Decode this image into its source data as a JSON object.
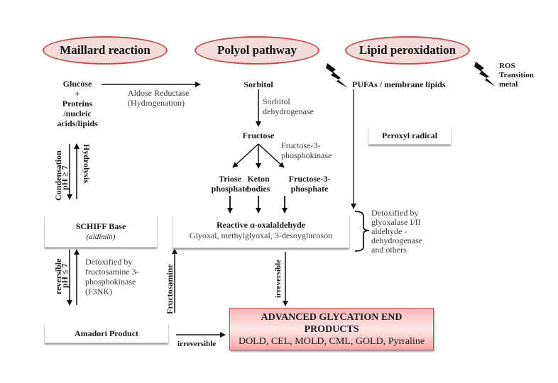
{
  "headers": {
    "maillard": "Maillard reaction",
    "polyol": "Polyol pathway",
    "lipid": "Lipid peroxidation"
  },
  "maillard": {
    "reactants_line1": "Glucose",
    "reactants_line2": "+",
    "reactants_line3": "Proteins",
    "reactants_line4": "/nucleic",
    "reactants_line5": "acids/lipids",
    "condensation": "Condensation",
    "ph_ge7": "pH  ≥ 7",
    "hydrolysis": "Hydrolysis",
    "schiff_title": "SCHIFF Base",
    "schiff_sub": "(aldimin)",
    "reversible": "reversible",
    "ph_le7": "pH  ≤ 7",
    "f3nk_line1": "Detoxified by",
    "f3nk_line2": "fructosamine 3-",
    "f3nk_line3": "phosphokinase",
    "f3nk_line4": "(F3NK)",
    "amadori": "Amadori Product",
    "fructosamine": "Fructosamine",
    "irreversible_horizontal": "irreversible"
  },
  "polyol": {
    "aldose_line1": "Aldose  Reductase",
    "aldose_line2": "(Hydrogenation)",
    "sorbitol": "Sorbitol",
    "sdh_line1": "Sorbitol",
    "sdh_line2": "dehydrogenase",
    "fructose": "Fructose",
    "f3pk_line1": "Fructose-3-",
    "f3pk_line2": "phosphokinase",
    "triose_line1": "Triose",
    "triose_line2": "phosphate",
    "keton_line1": "Keton",
    "keton_line2": "bodies",
    "f3p_line1": "Fructose-3-",
    "f3p_line2": "phosphate",
    "oxal_title": "Reactive α-oxalaldehyde",
    "oxal_sub": "Glyoxal, methylglyoxal, 3-desoyglucoson",
    "irreversible_vertical": "irreversible"
  },
  "lipid": {
    "pufas": "PUFAs / membrane lipids",
    "ros_line1": "ROS",
    "ros_line2": "Transition",
    "ros_line3": "metal",
    "peroxyl": "Peroxyl radical",
    "detox_line1": "Detoxified by",
    "detox_line2": "glyoxalase I/II",
    "detox_line3": "aldehyde -",
    "detox_line4": "dehydrogenase",
    "detox_line5": "and others"
  },
  "age": {
    "title_line1": "ADVANCED GLYCATION END",
    "title_line2": "PRODUCTS",
    "list": "DOLD, CEL, MOLD, CML, GOLD, Pyrraline"
  },
  "colors": {
    "ellipse_border": "#c0504d",
    "ellipse_fill": "#f2dcdb",
    "age_fill": "#f9b8b6"
  }
}
